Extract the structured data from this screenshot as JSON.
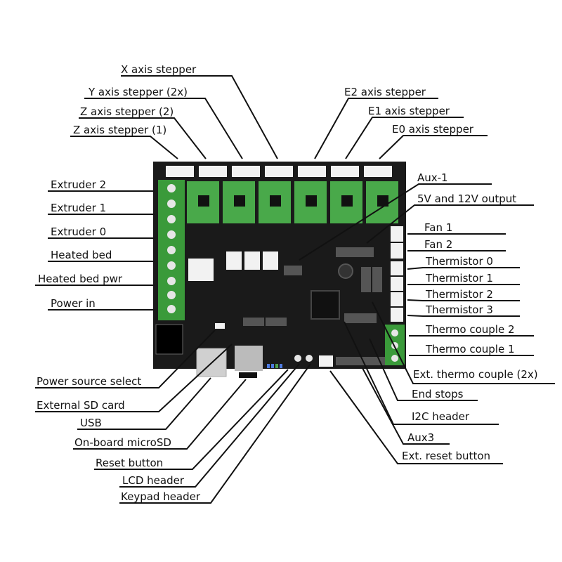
{
  "colors": {
    "board": "#1a1a1a",
    "terminal_green": "#3a9a3a",
    "driver_green": "#49a94a",
    "connector_white": "#f2f2f2",
    "pin": "#e8e8e8",
    "line": "#111111"
  },
  "labels": {
    "x_axis_stepper": "X axis stepper",
    "y_axis_stepper_2x": "Y axis stepper (2x)",
    "z_axis_stepper_2": "Z axis stepper (2)",
    "z_axis_stepper_1": "Z axis stepper (1)",
    "e2_axis_stepper": "E2 axis stepper",
    "e1_axis_stepper": "E1 axis stepper",
    "e0_axis_stepper": "E0 axis stepper",
    "extruder_2": "Extruder 2",
    "extruder_1": "Extruder 1",
    "extruder_0": "Extruder 0",
    "heated_bed": "Heated bed",
    "heated_bed_pwr": "Heated bed pwr",
    "power_in": "Power in",
    "aux_1": "Aux-1",
    "output_5v_12v": "5V and 12V output",
    "fan_1": "Fan 1",
    "fan_2": "Fan 2",
    "thermistor_0": "Thermistor 0",
    "thermistor_1": "Thermistor 1",
    "thermistor_2": "Thermistor 2",
    "thermistor_3": "Thermistor 3",
    "thermo_couple_2": "Thermo couple 2",
    "thermo_couple_1": "Thermo couple 1",
    "ext_thermo_couple_2x": "Ext. thermo couple (2x)",
    "end_stops": "End stops",
    "i2c_header": "I2C header",
    "aux3": "Aux3",
    "ext_reset_button": "Ext. reset button",
    "power_source_select": "Power source select",
    "external_sd_card": "External SD card",
    "usb": "USB",
    "onboard_microsd": "On-board microSD",
    "reset_button": "Reset button",
    "lcd_header": "LCD header",
    "keypad_header": "Keypad header"
  }
}
